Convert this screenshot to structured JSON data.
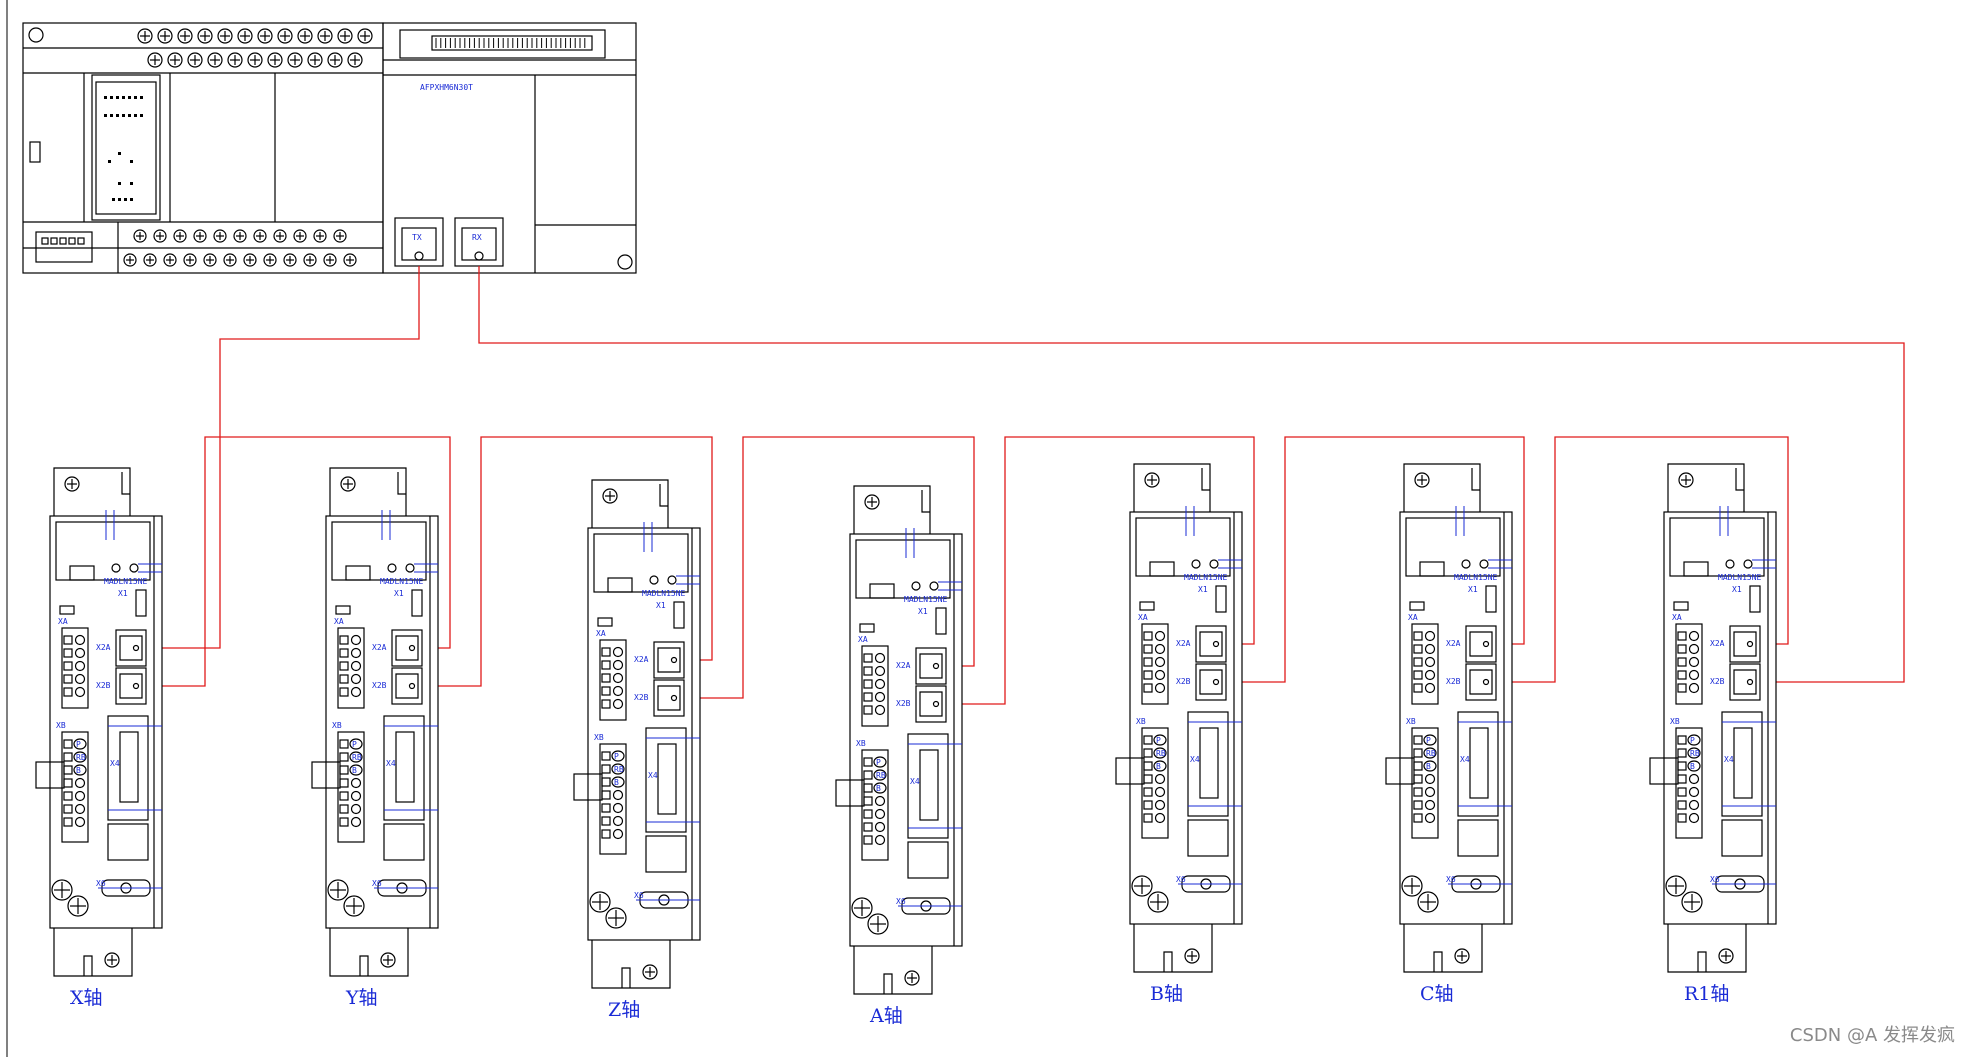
{
  "plc": {
    "model": "AFPXHM6N30T",
    "port_tx": "TX",
    "port_rx": "RX"
  },
  "driver": {
    "model": "MADLN15NE",
    "connectors": {
      "x1": "X1",
      "xa": "XA",
      "x2a": "X2A",
      "x2b": "X2B",
      "xb": "XB",
      "x4": "X4",
      "x6": "X6"
    },
    "xb_pins": [
      "P",
      "RB",
      "B"
    ]
  },
  "axes": [
    {
      "label": "X轴"
    },
    {
      "label": "Y轴"
    },
    {
      "label": "Z轴"
    },
    {
      "label": "A轴"
    },
    {
      "label": "B轴"
    },
    {
      "label": "C轴"
    },
    {
      "label": "R1轴"
    }
  ],
  "colors": {
    "wire": "#e01a1a",
    "annotation": "#1a2bd6",
    "outline": "#000000"
  },
  "watermark": "CSDN @A  发挥发疯"
}
